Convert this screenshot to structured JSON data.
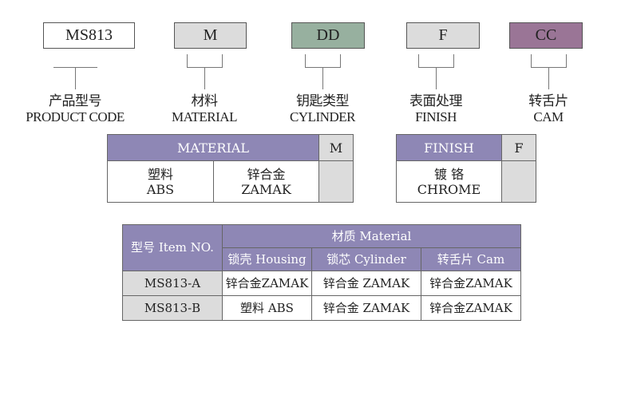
{
  "codes": [
    {
      "value": "MS813",
      "cn": "产品型号",
      "en": "PRODUCT CODE",
      "color": "#ffffff"
    },
    {
      "value": "M",
      "cn": "材料",
      "en": "MATERIAL",
      "color": "#dcdcdc"
    },
    {
      "value": "DD",
      "cn": "钥匙类型",
      "en": "CYLINDER",
      "color": "#97b09f"
    },
    {
      "value": "F",
      "cn": "表面处理",
      "en": "FINISH",
      "color": "#dcdcdc"
    },
    {
      "value": "CC",
      "cn": "转舌片",
      "en": "CAM",
      "color": "#9a7596"
    }
  ],
  "material_table": {
    "header": "MATERIAL",
    "code": "M",
    "options": [
      {
        "cn": "塑料",
        "en": "ABS"
      },
      {
        "cn": "锌合金",
        "en": "ZAMAK"
      }
    ]
  },
  "finish_table": {
    "header": "FINISH",
    "code": "F",
    "options": [
      {
        "cn": "镀 铬",
        "en": "CHROME"
      }
    ]
  },
  "spec_table": {
    "item_header": "型号 Item NO.",
    "group_header": "材质 Material",
    "columns": [
      "锁壳 Housing",
      "锁芯 Cylinder",
      "转舌片 Cam"
    ],
    "rows": [
      {
        "item": "MS813-A",
        "cells": [
          "锌合金ZAMAK",
          "锌合金 ZAMAK",
          "锌合金ZAMAK"
        ]
      },
      {
        "item": "MS813-B",
        "cells": [
          "塑料 ABS",
          "锌合金 ZAMAK",
          "锌合金ZAMAK"
        ]
      }
    ]
  }
}
